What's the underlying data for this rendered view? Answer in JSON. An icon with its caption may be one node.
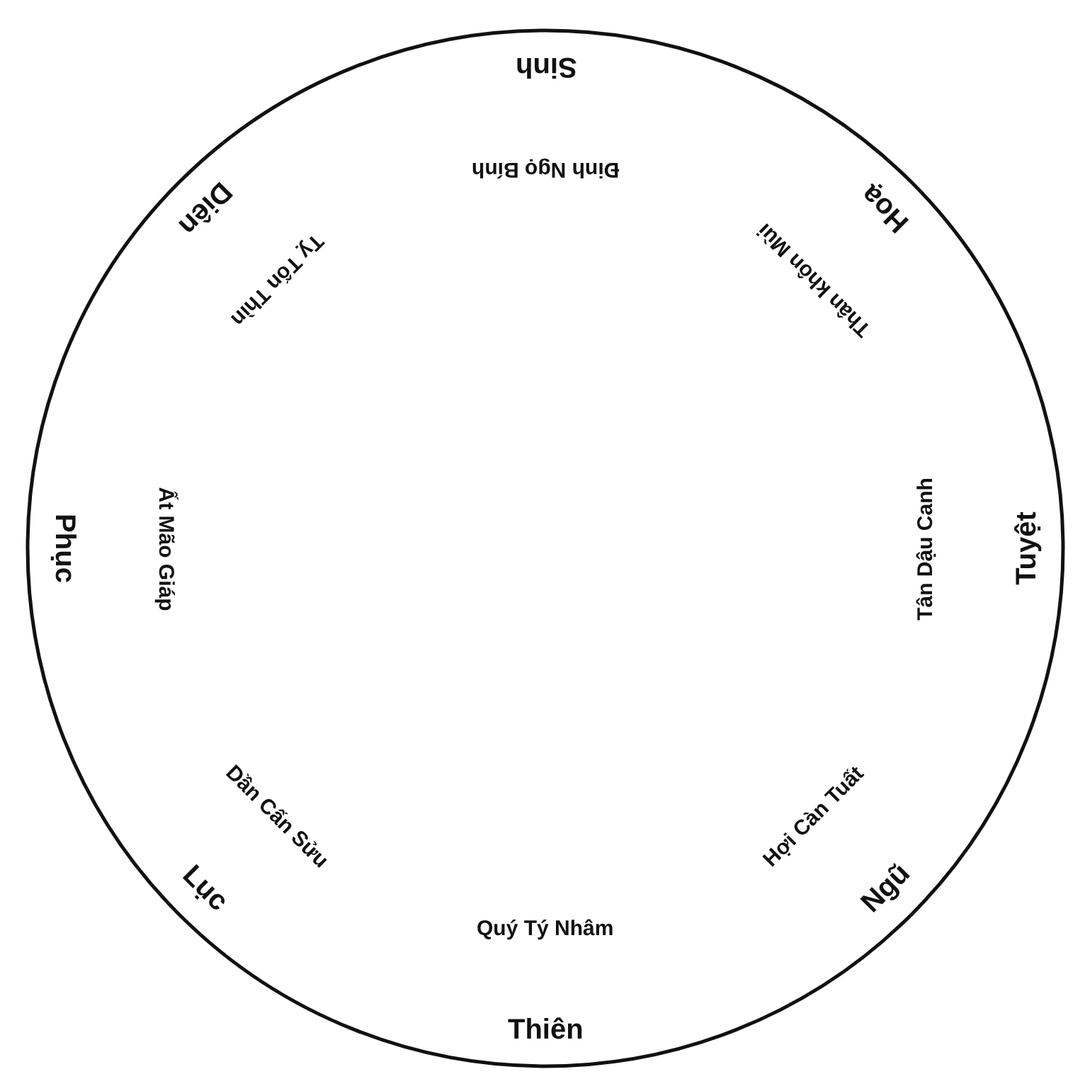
{
  "diagram": {
    "nodes": [
      {
        "text": [
          "Sinh",
          "Hoạ",
          "Tuyệt",
          "Ngũ",
          "Thiên",
          "Lục",
          "Phục",
          "Diên",
          "Đinh Ngọ Bính",
          "Thân khôn Mùi",
          "Tân Dậu Canh",
          "Hợi Càn Tuất",
          "Quý Tý Nhâm",
          "Dần Cấn Sửu",
          "Ất Mão Giáp",
          "Tỵ Tốn Thìn"
        ]
      }
    ]
  }
}
